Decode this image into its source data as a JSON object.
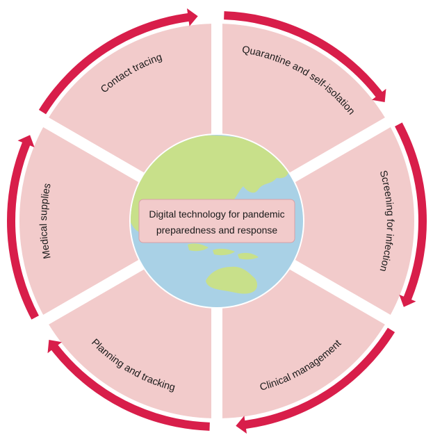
{
  "center": {
    "line1": "Digital technology for pandemic",
    "line2": "preparedness and response"
  },
  "segments": [
    {
      "label": "Contact tracing"
    },
    {
      "label": "Quarantine and self-isolation"
    },
    {
      "label": "Screening for infection"
    },
    {
      "label": "Clinical management"
    },
    {
      "label": "Planning and tracking"
    },
    {
      "label": "Medical supplies"
    }
  ],
  "colors": {
    "segment_fill": "#f2cbcb",
    "arrow": "#d81e4a",
    "ocean": "#a9d1e6",
    "land": "#c8e08a",
    "center_box": "#f2cbcb",
    "center_box_border": "#d9a0a6"
  },
  "icons": {
    "globe": "globe-icon",
    "arrows": "cycle-arrow-icon"
  }
}
